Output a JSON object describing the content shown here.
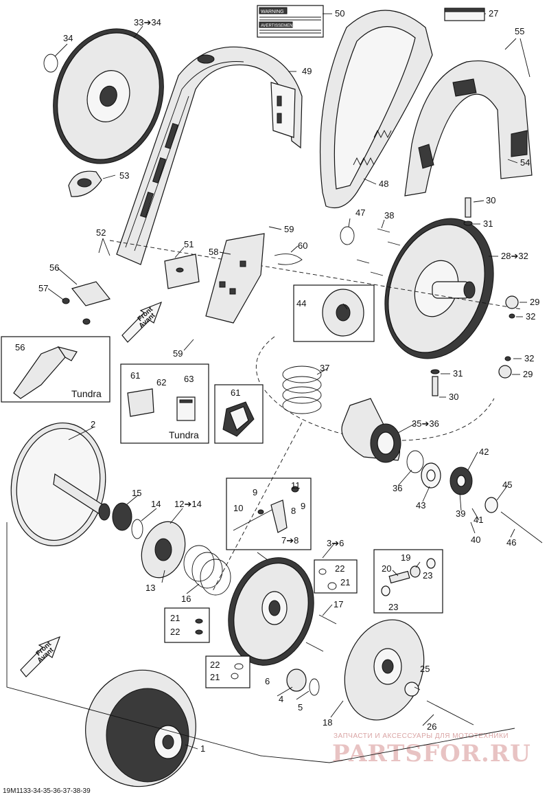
{
  "callouts": {
    "c1": "1",
    "c2": "2",
    "c3_6": "3➔6",
    "c4": "4",
    "c5": "5",
    "c6": "6",
    "c7_8": "7➔8",
    "c8": "8",
    "c9a": "9",
    "c9b": "9",
    "c10": "10",
    "c11": "11",
    "c12_14": "12➔14",
    "c13": "13",
    "c14": "14",
    "c15": "15",
    "c16": "16",
    "c17": "17",
    "c18": "18",
    "c19": "19",
    "c20": "20",
    "c21a": "21",
    "c21b": "21",
    "c21c": "21",
    "c22a": "22",
    "c22b": "22",
    "c22c": "22",
    "c23a": "23",
    "c23b": "23",
    "c25": "25",
    "c26": "26",
    "c27": "27",
    "c28_32": "28➔32",
    "c29a": "29",
    "c29b": "29",
    "c30a": "30",
    "c30b": "30",
    "c31a": "31",
    "c31b": "31",
    "c32a": "32",
    "c32b": "32",
    "c33_34": "33➔34",
    "c34": "34",
    "c35_36": "35➔36",
    "c36": "36",
    "c37": "37",
    "c38": "38",
    "c39": "39",
    "c40": "40",
    "c41": "41",
    "c42": "42",
    "c43": "43",
    "c44": "44",
    "c45": "45",
    "c46": "46",
    "c47": "47",
    "c48": "48",
    "c49": "49",
    "c50": "50",
    "c51": "51",
    "c52": "52",
    "c53": "53",
    "c54": "54",
    "c55": "55",
    "c56a": "56",
    "c56b": "56",
    "c57": "57",
    "c58": "58",
    "c59a": "59",
    "c59b": "59",
    "c60": "60",
    "c61a": "61",
    "c61b": "61",
    "c62": "62",
    "c63": "63"
  },
  "boxes": {
    "tundra_bracket_label": "Tundra",
    "tundra_kit_label": "Tundra"
  },
  "front_arrows": {
    "line1": "Front",
    "line2": "Avant"
  },
  "warning_label": {
    "title": "WARNING",
    "subtitle": "AVERTISSEMENT"
  },
  "reference_code": "19M1133-34-35-36-37-38-39",
  "watermark": {
    "tagline": "ЗАПЧАСТИ И АКСЕССУАРЫ ДЛЯ МОТОТЕХНИКИ",
    "brand": "PARTSFOR.RU"
  },
  "colors": {
    "ink": "#111111",
    "watermark": "#e8c3c3",
    "part_fill": "#e9e9e9"
  }
}
